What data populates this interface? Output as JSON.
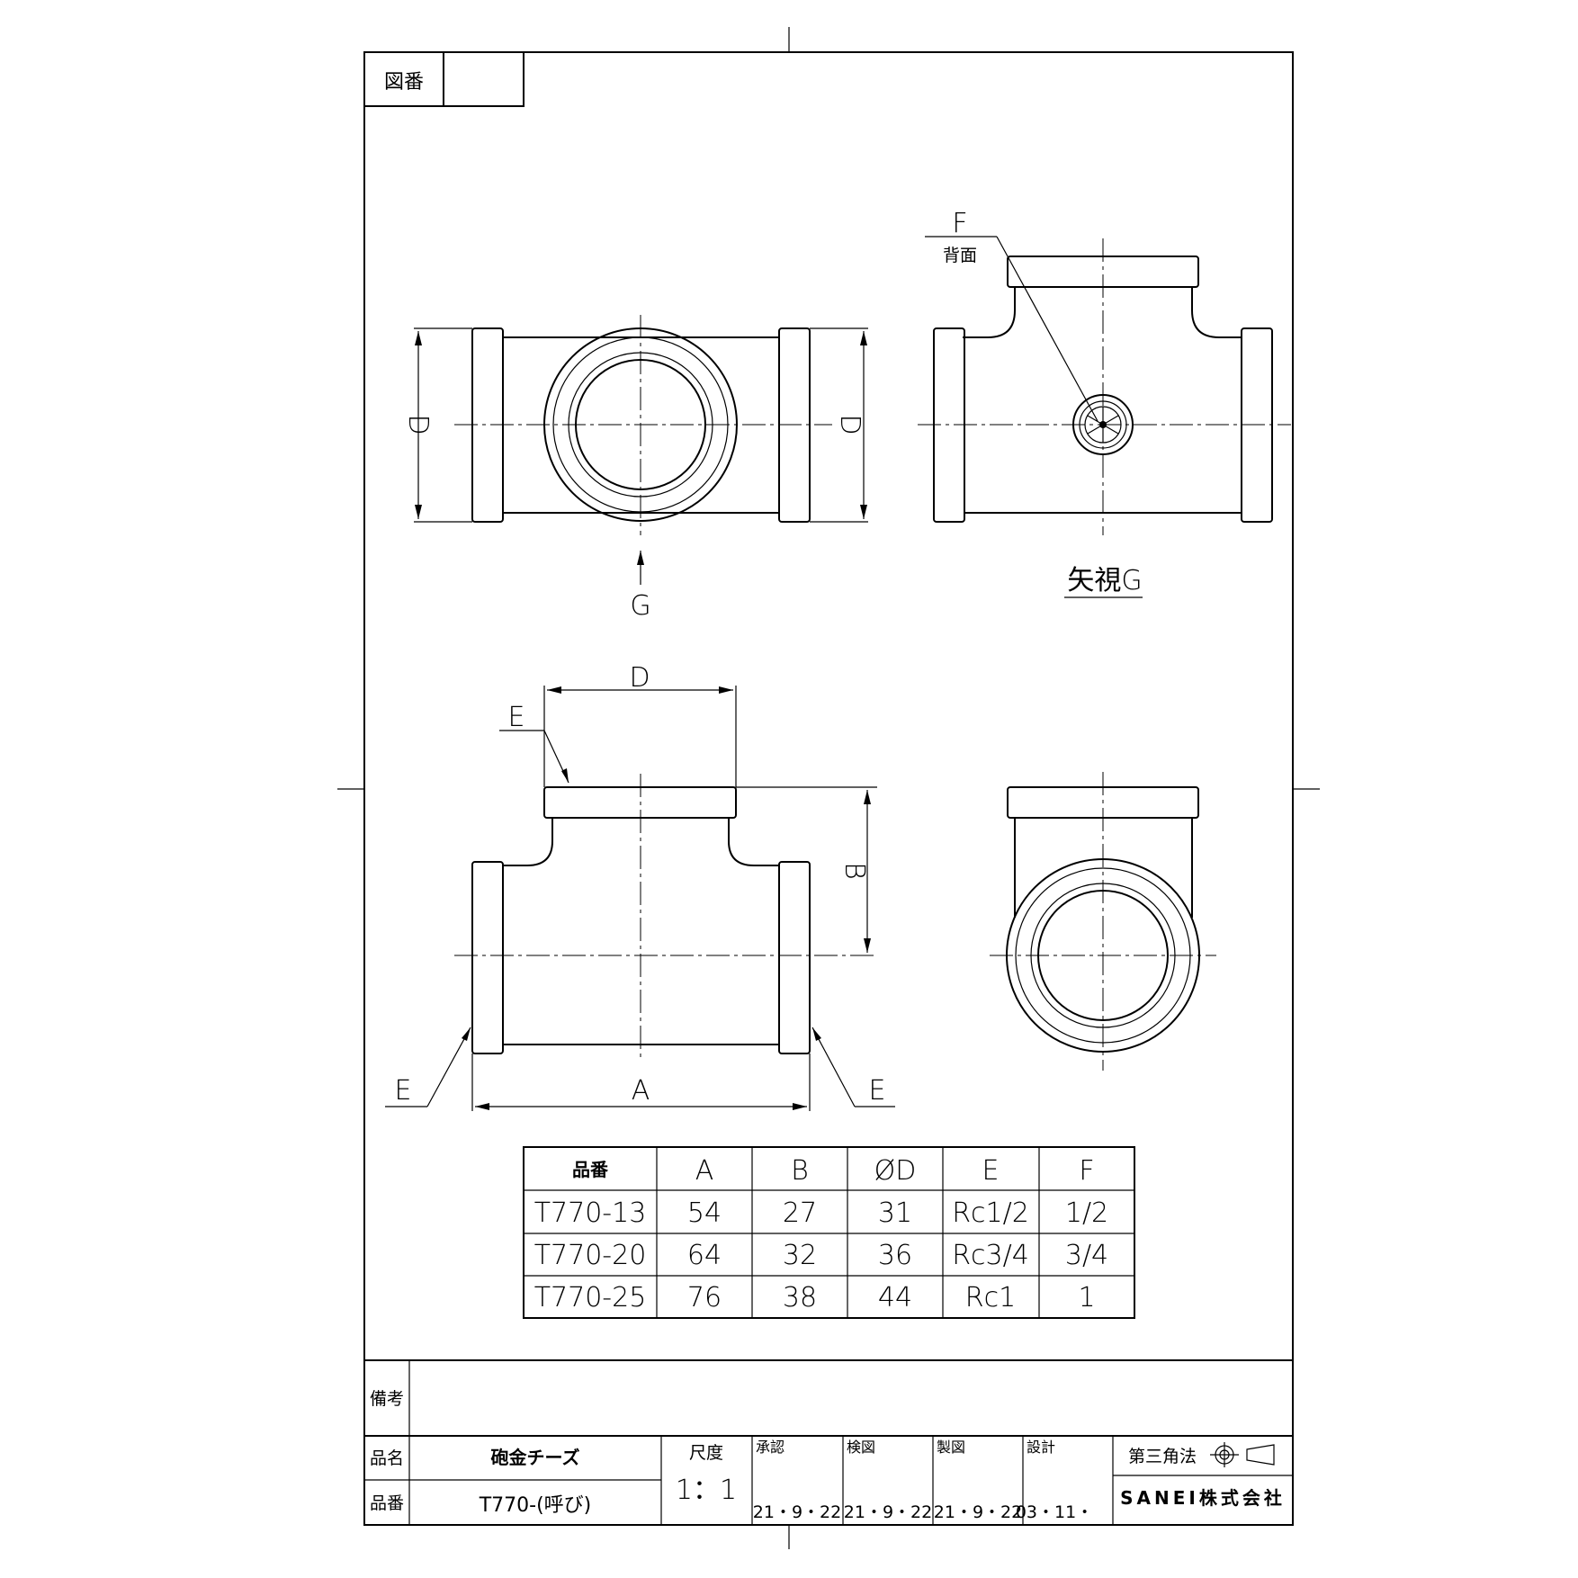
{
  "drawing_number_label": "図番",
  "drawing_number_value": "",
  "views": {
    "dim_front_D_left": "D",
    "dim_front_D_right": "D",
    "arrow_label": "G",
    "side_F": "F",
    "side_back": "背面",
    "view_label": "矢視G",
    "dim_top_D": "D",
    "dim_E_top": "E",
    "dim_B": "B",
    "dim_A": "A",
    "dim_E_left": "E",
    "dim_E_right": "E"
  },
  "table": {
    "headers": [
      "品番",
      "A",
      "B",
      "ØD",
      "E",
      "F"
    ],
    "rows": [
      [
        "T770-13",
        "54",
        "27",
        "31",
        "Rc1/2",
        "1/2"
      ],
      [
        "T770-20",
        "64",
        "32",
        "36",
        "Rc3/4",
        "3/4"
      ],
      [
        "T770-25",
        "76",
        "38",
        "44",
        "Rc1",
        "1"
      ]
    ]
  },
  "title_block": {
    "remarks_label": "備考",
    "remarks_value": "",
    "name_label": "品名",
    "name_value": "砲金チーズ",
    "code_label": "品番",
    "code_value": "T770-(呼び)",
    "scale_label": "尺度",
    "scale_value": "1：1",
    "approved_label": "承認",
    "approved_date": "21・9・22",
    "checked_label": "検図",
    "checked_date": "21・9・22",
    "drawn_label": "製図",
    "drawn_date": "21・9・22",
    "design_label": "設計",
    "design_date": "03・11・",
    "projection_label": "第三角法",
    "company": "SANEI株式会社"
  }
}
